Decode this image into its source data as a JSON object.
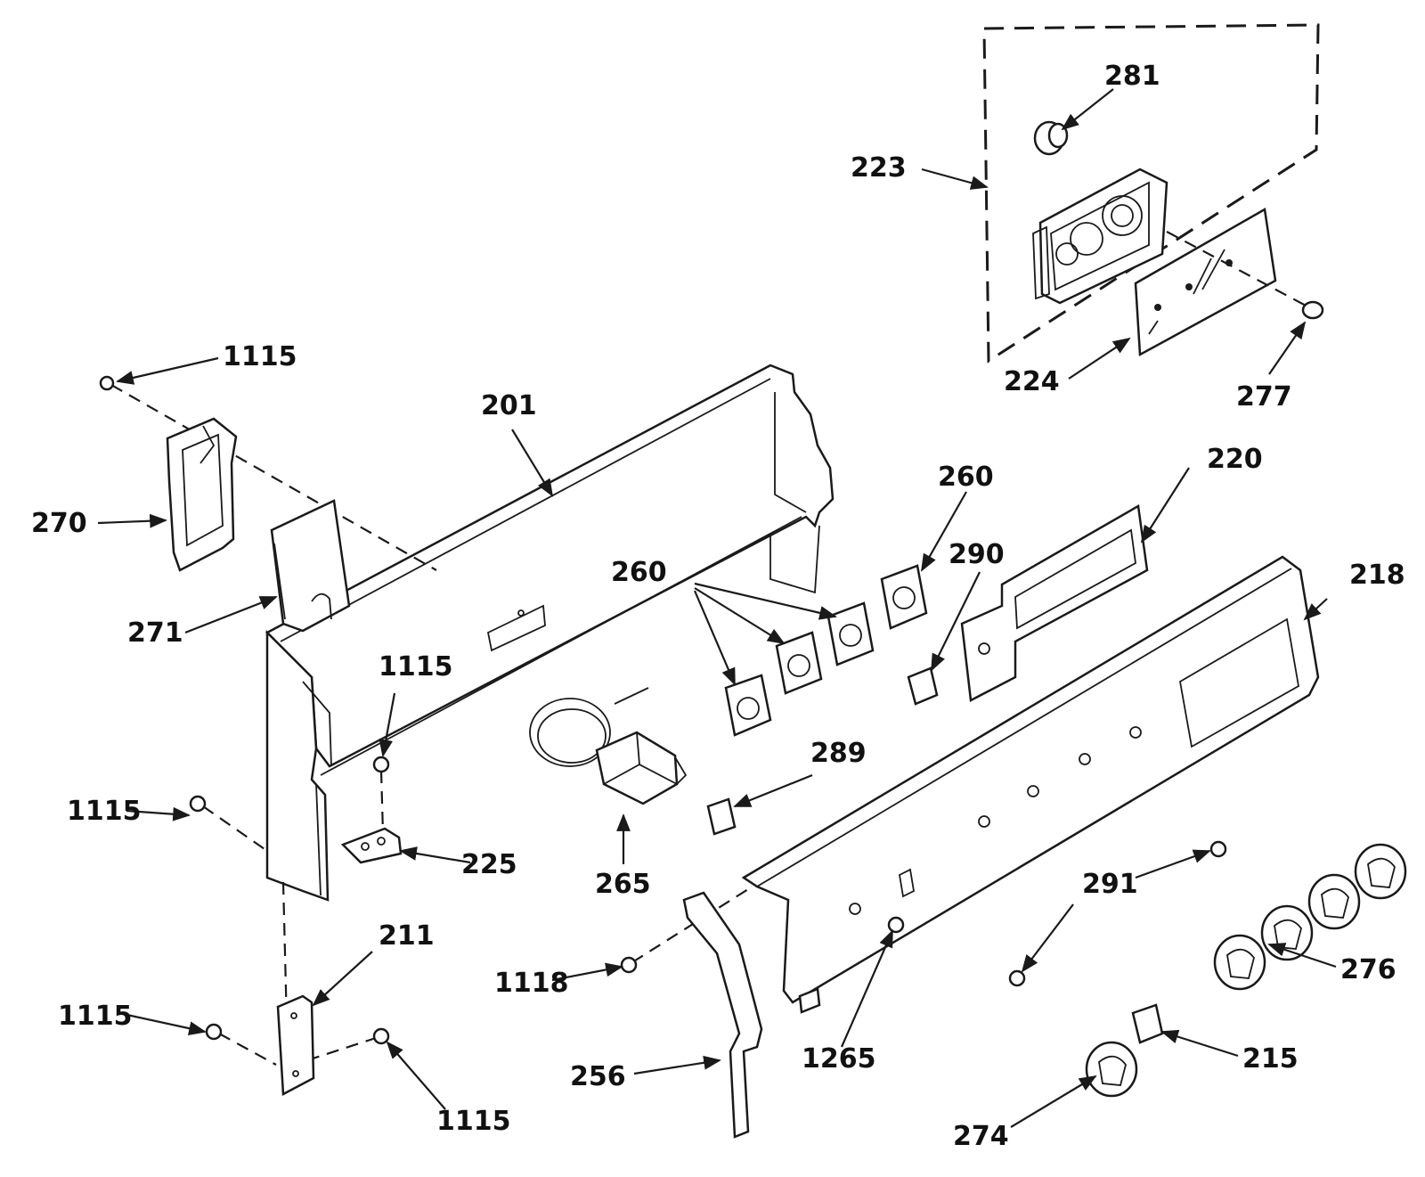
{
  "labels": {
    "l281": "281",
    "l223": "223",
    "l224": "224",
    "l277": "277",
    "l1115_top": "1115",
    "l201": "201",
    "l270": "270",
    "l271": "271",
    "l220": "220",
    "l260_a": "260",
    "l260_b": "260",
    "l290": "290",
    "l218": "218",
    "l1115_mid": "1115",
    "l289": "289",
    "l1115_left": "1115",
    "l225": "225",
    "l265": "265",
    "l211": "211",
    "l291": "291",
    "l276": "276",
    "l1115_bl": "1115",
    "l1118": "1118",
    "l1265": "1265",
    "l256": "256",
    "l215": "215",
    "l1115_br": "1115",
    "l274": "274"
  }
}
